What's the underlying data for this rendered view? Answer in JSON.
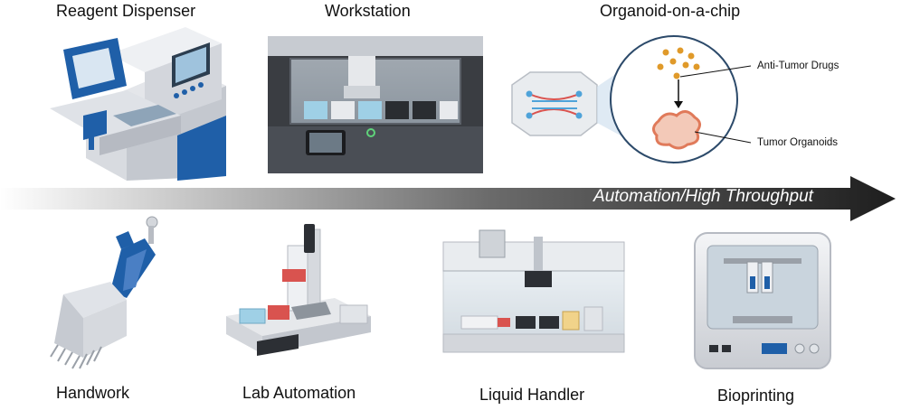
{
  "top_labels": {
    "reagent_dispenser": "Reagent Dispenser",
    "workstation": "Workstation",
    "organoid_chip": "Organoid-on-a-chip"
  },
  "callouts": {
    "anti_tumor_drugs": "Anti-Tumor Drugs",
    "tumor_organoids": "Tumor Organoids"
  },
  "arrow": {
    "label": "Automation/High Throughput",
    "gradient_start": "#ffffff",
    "gradient_end": "#1e1e1e"
  },
  "bottom_labels": {
    "handwork": "Handwork",
    "lab_automation": "Lab Automation",
    "liquid_handler": "Liquid Handler",
    "bioprinting": "Bioprinting"
  },
  "colors": {
    "accent_blue": "#1f5fa8",
    "drug_orange": "#e09a2a",
    "channel_red": "#d9534f",
    "channel_blue": "#4fa3d9"
  }
}
